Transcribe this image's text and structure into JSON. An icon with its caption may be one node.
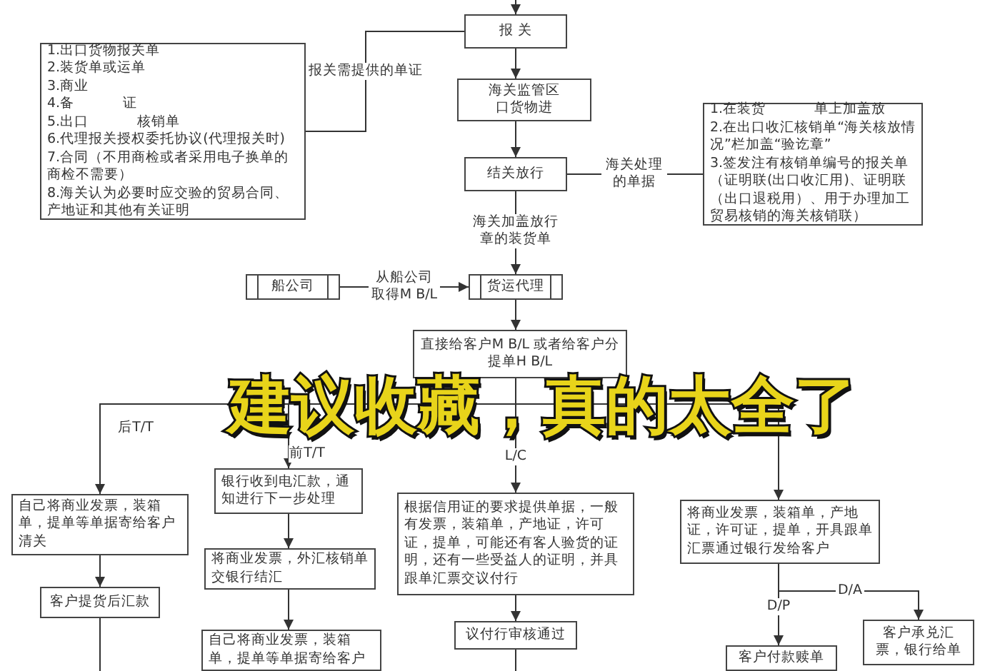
{
  "diagram": {
    "nodes": [
      {
        "text": [
          "1.出口货物报关单",
          "2.装货单或运单",
          "3.商业",
          "4.备",
          "证",
          "5.出口",
          "核销单",
          "6.代理报关授权委托协议(代理报关时)",
          "7.合同（不用商检或者采用电子换单的商检不需要）",
          "8.海关认为必要时应交验的贸易合同、产地证和其他有关证明"
        ]
      },
      {
        "text": [
          "报 关"
        ]
      },
      {
        "text": [
          "海关监管区",
          "口货物进"
        ]
      },
      {
        "text": [
          "结关放行"
        ]
      },
      {
        "text": [
          "1.在装货",
          "单上加盖放",
          "2.在出口收汇核销单“海关核放情况”栏加盖“验讫章”",
          "3.签发注有核销单编号的报关单（证明联(出口收汇用)、证明联（出口退税用）、用于办理加工贸易核销的海关核销联）"
        ]
      },
      {
        "text": [
          "船公司"
        ]
      },
      {
        "text": [
          "货运代理"
        ]
      },
      {
        "text": [
          "直接给客户M B/L 或者给客户分提单H B/L"
        ]
      },
      {
        "text": [
          "自己将商业发票，装箱单，提单等单据寄给客户清关"
        ]
      },
      {
        "text": [
          "客户提货后汇款"
        ]
      },
      {
        "text": [
          "银行收到电汇款，通知进行下一步处理"
        ]
      },
      {
        "text": [
          "将商业发票，外汇核销单交银行结汇"
        ]
      },
      {
        "text": [
          "自己将商业发票，装箱单，提单等单据寄给客户"
        ]
      },
      {
        "text": [
          "根据信用证的要求提供单据，一般有发票，装箱单，产地证，许可证，提单，可能还有客人验货的证明，还有一些受益人的证明，并具跟单汇票交议付行"
        ]
      },
      {
        "text": [
          "议付行审核通过"
        ]
      },
      {
        "text": [
          "将商业发票，装箱单，产地证，许可证，提单，开具跟单汇票通过银行发给客户"
        ]
      },
      {
        "text": [
          "客户付款赎单"
        ]
      },
      {
        "text": [
          "客户承兑汇票，银行给单"
        ]
      }
    ],
    "edges": [
      {
        "from": null,
        "to": 1,
        "arrow": "to"
      },
      {
        "from": 0,
        "to": 1,
        "arrow": "none",
        "label": "报关需提供的单证"
      },
      {
        "from": 1,
        "to": 2,
        "arrow": "to"
      },
      {
        "from": 2,
        "to": 3,
        "arrow": "to"
      },
      {
        "from": 3,
        "to": 4,
        "arrow": "none",
        "label": "海关处理的单据"
      },
      {
        "from": 3,
        "to": 6,
        "arrow": "to",
        "label": "海关加盖放行章的装货单"
      },
      {
        "from": 5,
        "to": 6,
        "arrow": "to",
        "label": "从船公司取得M B/L"
      },
      {
        "from": 6,
        "to": 7,
        "arrow": "to"
      },
      {
        "from": 7,
        "to": 8,
        "arrow": "to",
        "label": "后T/T"
      },
      {
        "from": 7,
        "to": 10,
        "arrow": "to",
        "label": "前T/T"
      },
      {
        "from": 7,
        "to": 13,
        "arrow": "to",
        "label": "L/C"
      },
      {
        "from": 7,
        "to": 15,
        "arrow": "to"
      },
      {
        "from": 8,
        "to": 9,
        "arrow": "to"
      },
      {
        "from": 10,
        "to": 11,
        "arrow": "to"
      },
      {
        "from": 11,
        "to": 12,
        "arrow": "to"
      },
      {
        "from": 13,
        "to": 14,
        "arrow": "to"
      },
      {
        "from": 15,
        "to": 16,
        "arrow": "to",
        "label": "D/P"
      },
      {
        "from": 15,
        "to": 17,
        "arrow": "to",
        "label": "D/A"
      },
      {
        "from": 9,
        "to": null,
        "arrow": "none"
      },
      {
        "from": 14,
        "to": null,
        "arrow": "none"
      }
    ],
    "labels": [
      "建议收藏，真的太全了"
    ]
  }
}
